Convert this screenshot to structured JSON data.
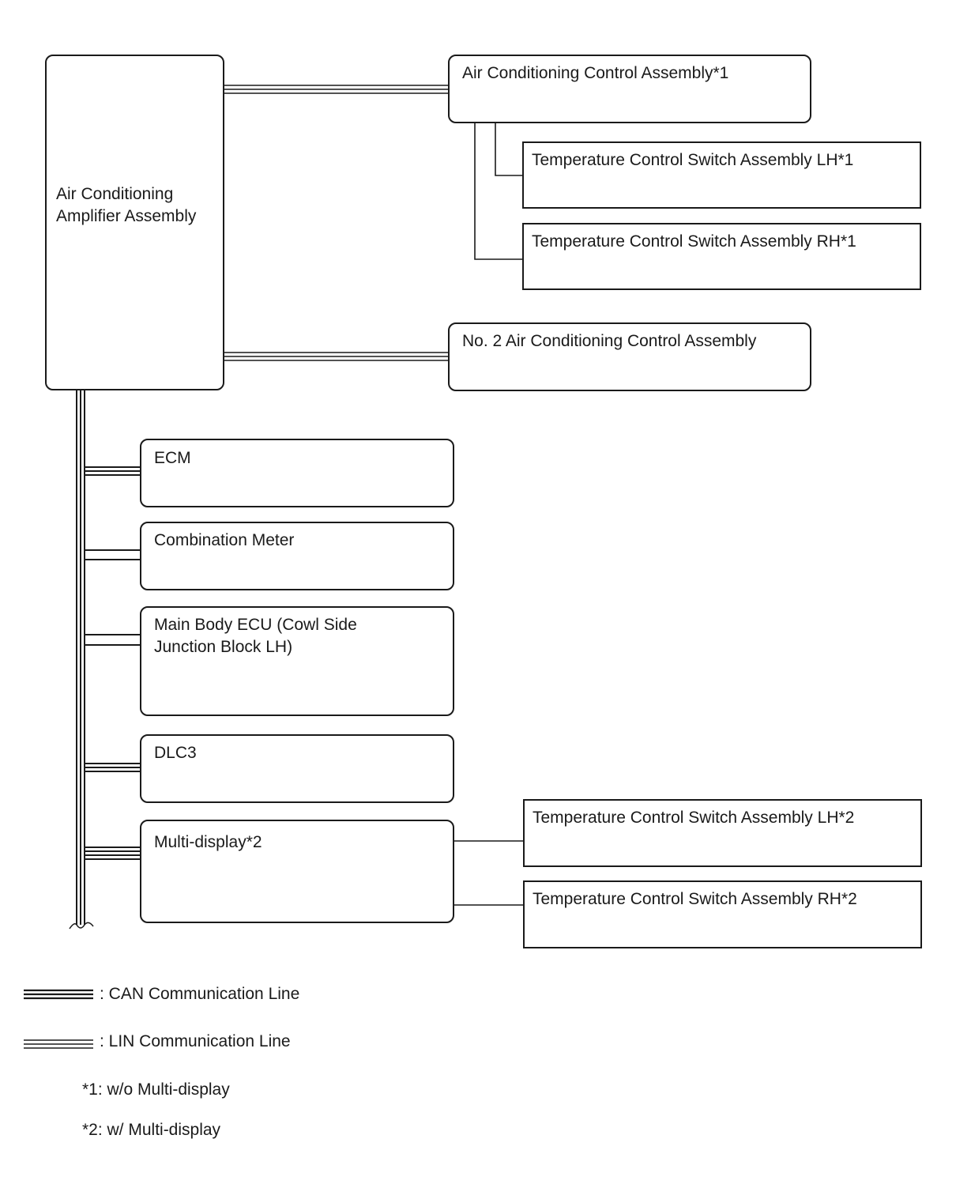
{
  "boxes": {
    "amplifier": "Air Conditioning\nAmplifier Assembly",
    "ac_control": "Air Conditioning Control Assembly*1",
    "temp_lh_1": "Temperature Control Switch Assembly LH*1",
    "temp_rh_1": "Temperature Control Switch Assembly RH*1",
    "no2_ac_control": "No. 2 Air Conditioning Control Assembly",
    "ecm": "ECM",
    "combination_meter": "Combination Meter",
    "main_body_ecu": "Main Body ECU (Cowl Side\nJunction Block LH)",
    "dlc3": "DLC3",
    "multi_display": "Multi-display*2",
    "temp_lh_2": "Temperature Control Switch Assembly LH*2",
    "temp_rh_2": "Temperature Control Switch Assembly RH*2"
  },
  "legend": {
    "can": ": CAN Communication Line",
    "lin": ": LIN Communication Line",
    "note1": "*1: w/o Multi-display",
    "note2": "*2: w/ Multi-display"
  },
  "colors": {
    "line": "#1a1a1a",
    "background": "#ffffff"
  }
}
